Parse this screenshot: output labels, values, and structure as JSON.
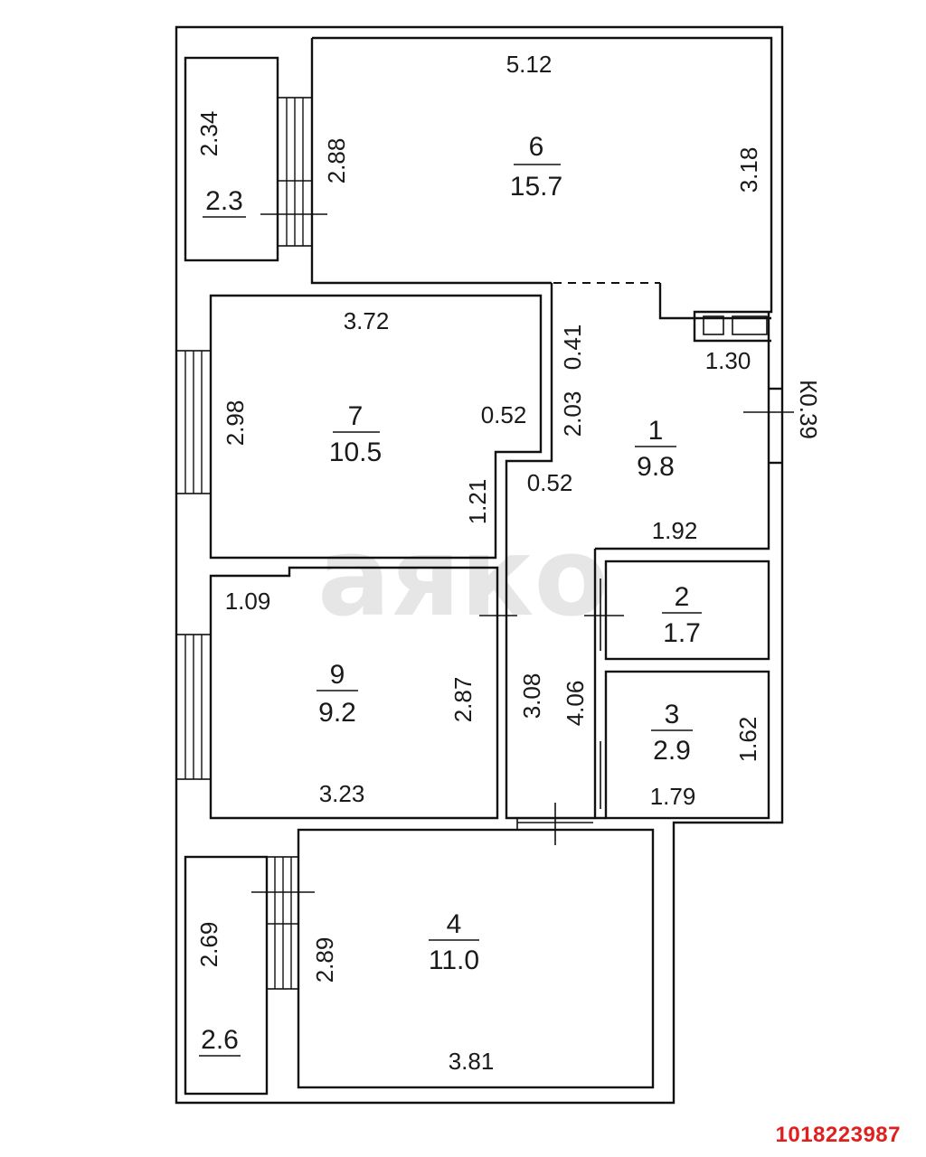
{
  "rooms": [
    {
      "id": "1",
      "area": "9.8"
    },
    {
      "id": "2",
      "area": "1.7"
    },
    {
      "id": "3",
      "area": "2.9"
    },
    {
      "id": "4",
      "area": "11.0"
    },
    {
      "id": "6",
      "area": "15.7"
    },
    {
      "id": "7",
      "area": "10.5"
    },
    {
      "id": "9",
      "area": "9.2"
    }
  ],
  "balconies": [
    {
      "area": "2.3",
      "length": "2.34"
    },
    {
      "area": "2.6",
      "length": "2.69"
    }
  ],
  "dimensions": {
    "room6_top": "5.12",
    "room6_left": "2.88",
    "room6_right": "3.18",
    "room7_top": "3.72",
    "room7_left": "2.98",
    "room7_notch_w": "0.52",
    "room7_notch_h": "1.21",
    "hall_left_upper": "2.03",
    "hall_offset": "0.41",
    "hall_notch": "0.52",
    "hall_stub": "1.30",
    "hall_bottom": "1.92",
    "entry": "К0.39",
    "room9_top": "1.09",
    "room9_right": "2.87",
    "room9_bottom": "3.23",
    "corridor_left": "3.08",
    "corridor_right": "4.06",
    "room3_right": "1.62",
    "room3_bottom": "1.79",
    "room4_left": "2.89",
    "room4_bottom": "3.81"
  },
  "watermark": "аяко",
  "listing_id": "1018223987",
  "colors": {
    "line": "#111111",
    "listing_id": "#e0201e",
    "watermark": "#c8c8c8"
  }
}
